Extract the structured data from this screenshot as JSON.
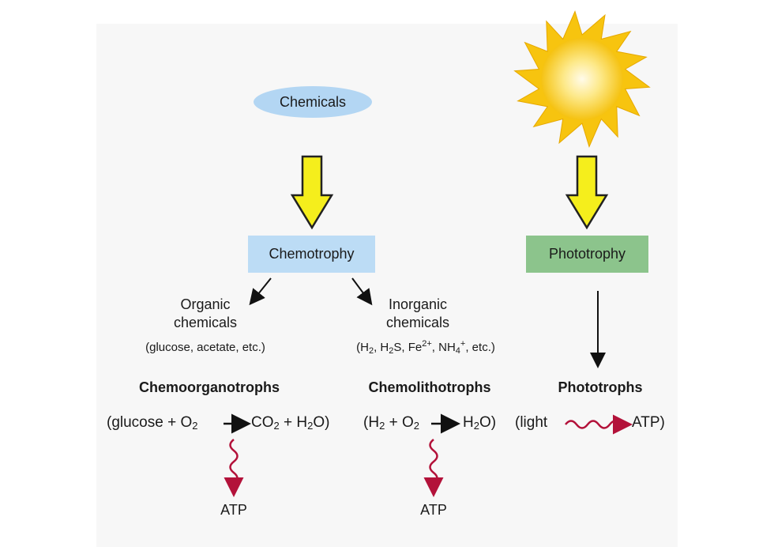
{
  "nodes": {
    "chemicals": "Chemicals",
    "chemotrophy": "Chemotrophy",
    "phototrophy": "Phototrophy"
  },
  "organic": {
    "line1": "Organic",
    "line2": "chemicals",
    "examples": "(glucose, acetate, etc.)"
  },
  "inorganic": {
    "line1": "Inorganic",
    "line2": "chemicals",
    "examples_parts": [
      "(H",
      "2",
      ", H",
      "2",
      "S, Fe",
      "2+",
      ", NH",
      "4",
      "+",
      ", etc.)"
    ]
  },
  "groups": {
    "chemoorganotrophs": "Chemoorganotrophs",
    "chemolithotrophs": "Chemolithotrophs",
    "phototrophs": "Phototrophs"
  },
  "equations": {
    "organo": {
      "left": [
        "(glucose + O",
        "2"
      ],
      "right": [
        "CO",
        "2",
        " + H",
        "2",
        "O)"
      ]
    },
    "litho": {
      "left": [
        "(H",
        "2",
        " + O",
        "2"
      ],
      "right": [
        "H",
        "2",
        "O)"
      ]
    },
    "photo": {
      "left": "(light",
      "right": "ATP)"
    }
  },
  "atp_label": "ATP",
  "colors": {
    "sun_outer": "#f7c40f",
    "sun_inner": "#fff8d8",
    "big_arrow_fill": "#f5ee1c",
    "squiggle": "#b3123a"
  }
}
